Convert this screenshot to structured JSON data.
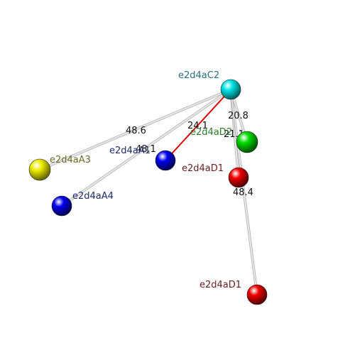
{
  "nodes": [
    {
      "id": "C2",
      "label": "e2d4aC2",
      "color": "#00e5e5",
      "label_color": "#2a6f7a"
    },
    {
      "id": "D2",
      "label": "e2d4aD2",
      "color": "#00dd00",
      "label_color": "#2e7a2e"
    },
    {
      "id": "D1a",
      "label": "e2d4aD1",
      "color": "#ee0000",
      "label_color": "#6b1f1f"
    },
    {
      "id": "D1b",
      "label": "e2d4aD1",
      "color": "#ee0000",
      "label_color": "#6b1f1f"
    },
    {
      "id": "A1",
      "label": "e2d4aA1",
      "color": "#0000ee",
      "label_color": "#1f2a6b"
    },
    {
      "id": "A3",
      "label": "e2d4aA3",
      "color": "#eeee00",
      "label_color": "#6b6b2a"
    },
    {
      "id": "A4",
      "label": "e2d4aA4",
      "color": "#0000ee",
      "label_color": "#1f2a6b"
    }
  ],
  "edges": [
    {
      "from": "C2",
      "to": "A3",
      "distance": "48.6",
      "highlight": false
    },
    {
      "from": "C2",
      "to": "A4",
      "distance": "48.1",
      "highlight": false
    },
    {
      "from": "C2",
      "to": "A1",
      "distance": "24.1",
      "highlight": true
    },
    {
      "from": "C2",
      "to": "D2",
      "distance": "20.8",
      "highlight": false
    },
    {
      "from": "C2",
      "to": "D1a",
      "distance": "21.1",
      "highlight": false
    },
    {
      "from": "C2",
      "to": "D1b",
      "distance": "48.4",
      "highlight": false
    }
  ]
}
